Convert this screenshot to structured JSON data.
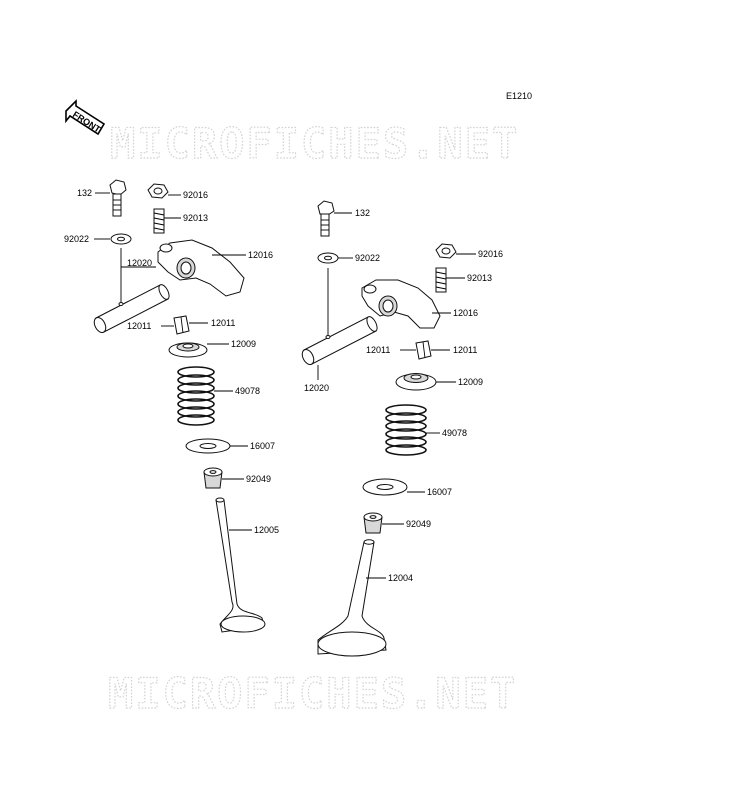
{
  "diagram_code": "E1210",
  "front_label": "FRONT",
  "watermark": "MICROFICHES.NET",
  "parts": {
    "p132_left": "132",
    "p92016_left": "92016",
    "p92013_left": "92013",
    "p92022_left": "92022",
    "p12016_left": "12016",
    "p12020_left": "12020",
    "p12011_left_a": "12011",
    "p12011_left_b": "12011",
    "p12009_left": "12009",
    "p49078_left": "49078",
    "p16007_left": "16007",
    "p92049_left": "92049",
    "p12005": "12005",
    "p132_right": "132",
    "p92022_right": "92022",
    "p92016_right": "92016",
    "p92013_right": "92013",
    "p12016_right": "12016",
    "p12020_right": "12020",
    "p12011_right_a": "12011",
    "p12011_right_b": "12011",
    "p12009_right": "12009",
    "p49078_right": "49078",
    "p16007_right": "16007",
    "p92049_right": "92049",
    "p12004": "12004"
  }
}
